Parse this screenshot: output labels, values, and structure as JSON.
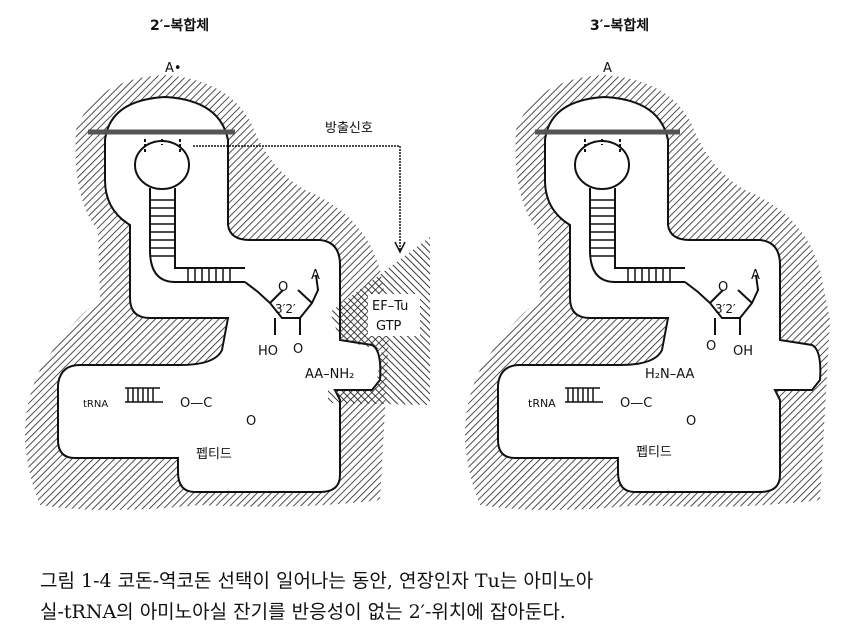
{
  "left_panel": {
    "title": "2′–복합체",
    "site_label": "A•",
    "signal_label": "방출신호",
    "ef_tu": "EF–Tu",
    "gtp": "GTP",
    "sugar_base": "A",
    "ring_o": "O",
    "positions": "3′2′",
    "ho": "HO",
    "o2": "O",
    "aa_nh2": "AA–NH₂",
    "trna": "tRNA",
    "ester": "O—C",
    "carbonyl_o": "O",
    "peptide": "펩티드"
  },
  "right_panel": {
    "title": "3′–복합체",
    "site_label": "A",
    "sugar_base": "A",
    "ring_o": "O",
    "positions": "3′2′",
    "o3": "O",
    "oh": "OH",
    "h2n_aa": "H₂N–AA",
    "trna": "tRNA",
    "ester": "O—C",
    "carbonyl_o": "O",
    "peptide": "펩티드"
  },
  "caption": {
    "line1": "그림 1-4  코돈-역코돈 선택이 일어나는 동안, 연장인자 Tu는 아미노아",
    "line2": "실-tRNA의 아미노아실 잔기를 반응성이 없는 2′-위치에 잡아둔다."
  },
  "colors": {
    "ink": "#111111",
    "background": "#ffffff"
  }
}
